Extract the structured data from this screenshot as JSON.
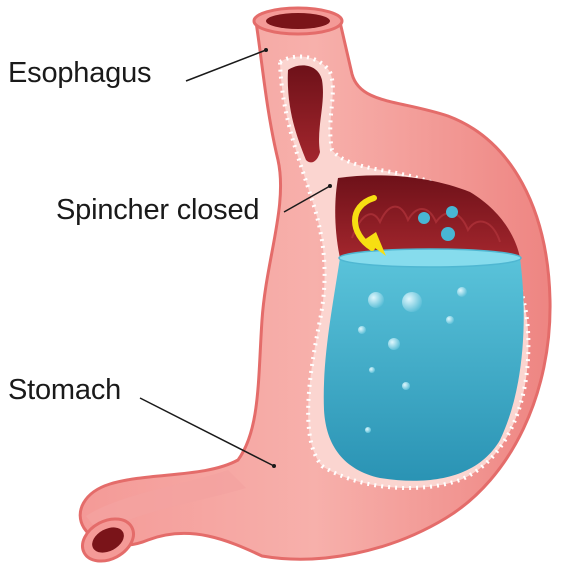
{
  "labels": {
    "esophagus": "Esophagus",
    "sphincter": "Spincher closed",
    "stomach": "Stomach"
  },
  "colors": {
    "wall": "#f2928f",
    "wall_outline": "#e46c6a",
    "lining": "#fbd5d0",
    "cavity": "#8e1e25",
    "fluid": "#3aaecb",
    "fluid_surface": "#86dced",
    "arrow": "#f7df12"
  }
}
